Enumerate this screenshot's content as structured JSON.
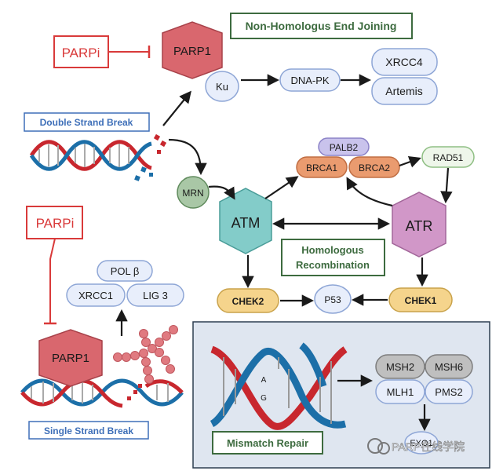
{
  "title_boxes": {
    "nhej": "Non-Homologus End Joining",
    "hr_line1": "Homologous",
    "hr_line2": "Recombination",
    "mmr": "Mismatch Repair"
  },
  "labels": {
    "dsb": "Double Strand Break",
    "ssb": "Single Strand Break"
  },
  "drugs": {
    "parpi_top": "PARPi",
    "parpi_left": "PARPi"
  },
  "proteins": {
    "parp1_top": "PARP1",
    "parp1_bottom": "PARP1",
    "ku": "Ku",
    "dnapk": "DNA-PK",
    "xrcc4": "XRCC4",
    "artemis": "Artemis",
    "mrn": "MRN",
    "atm": "ATM",
    "atr": "ATR",
    "palb2": "PALB2",
    "brca1": "BRCA1",
    "brca2": "BRCA2",
    "rad51": "RAD51",
    "chek2": "CHEK2",
    "chek1": "CHEK1",
    "p53": "P53",
    "polb": "POL β",
    "xrcc1": "XRCC1",
    "lig3": "LIG 3",
    "msh2": "MSH2",
    "msh6": "MSH6",
    "mlh1": "MLH1",
    "pms2": "PMS2",
    "exo1": "EXO1"
  },
  "dna_letters": {
    "a": "A",
    "g": "G"
  },
  "watermark": "PARP在线学院",
  "colors": {
    "parp_fill": "#d9676e",
    "parpi_red": "#d93a3a",
    "box_blue": "#3e6fb8",
    "box_green": "#3d6b3f",
    "protein_light": "#e8eefb",
    "protein_stroke": "#8ea6d6",
    "atm_fill": "#83ccc9",
    "atr_fill": "#d197c8",
    "brca_fill": "#ea9b6f",
    "palb2_fill": "#c9c3ec",
    "chek_fill": "#f5d48c",
    "mrn_fill": "#a9c7a6",
    "msh_fill": "#bfbfbf",
    "dna_red": "#c8272e",
    "dna_blue": "#1c6fa8",
    "mmr_bg": "#dfe6f0"
  }
}
